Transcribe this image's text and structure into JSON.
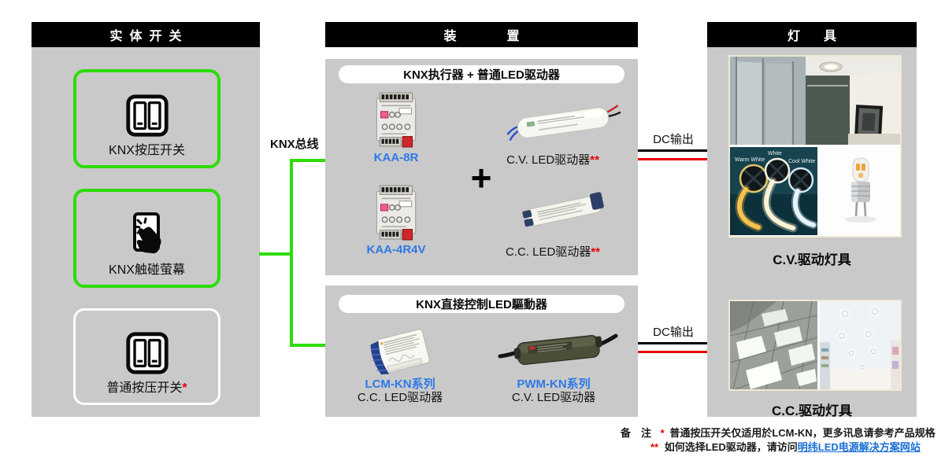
{
  "colors": {
    "panel_gray": "#c9c9c9",
    "header_black": "#000000",
    "bus_green": "#2ddc06",
    "accent_blue": "#2e79e8",
    "warn_red": "#e60000",
    "link_blue": "#1a6fd4"
  },
  "left_panel": {
    "title": "实体开关",
    "items": [
      {
        "label": "KNX按压开关",
        "star": "",
        "icon": "rocker-switch",
        "border": "green"
      },
      {
        "label": "KNX触碰萤幕",
        "star": "",
        "icon": "touch-screen",
        "border": "green"
      },
      {
        "label": "普通按压开关",
        "star": "*",
        "icon": "rocker-switch",
        "border": "white"
      }
    ]
  },
  "bus": {
    "label": "KNX总线"
  },
  "device_panel": {
    "title": "装置",
    "group1": {
      "title": "KNX执行器 + 普通LED驱动器",
      "plus": "+",
      "actuators": [
        {
          "name": "KAA-8R"
        },
        {
          "name": "KAA-4R4V"
        }
      ],
      "drivers": [
        {
          "name": "C.V. LED驱动器",
          "stars": "**"
        },
        {
          "name": "C.C. LED驱动器",
          "stars": "**"
        }
      ]
    },
    "group2": {
      "title": "KNX直接控制LED驅動器",
      "products": [
        {
          "name": "LCM-KN系列",
          "desc": "C.C. LED驱动器"
        },
        {
          "name": "PWM-KN系列",
          "desc": "C.V. LED驱动器"
        }
      ]
    }
  },
  "links": {
    "dc_top": "DC输出",
    "dc_bottom": "DC输出"
  },
  "lamp_panel": {
    "title": "灯具",
    "cv": {
      "label": "C.V.驱动灯具",
      "strip_labels": [
        "Warm White",
        "White",
        "Cool White"
      ]
    },
    "cc": {
      "label": "C.C.驱动灯具"
    }
  },
  "notes": {
    "heading": "备　注",
    "star1": "*",
    "line1": "普通按压开关仅适用於LCM-KN，更多讯息请参考产品规格",
    "star2": "**",
    "line2_text": "如何选择LED驱动器，请访问",
    "line2_link": "明纬LED电源解决方案网站"
  }
}
